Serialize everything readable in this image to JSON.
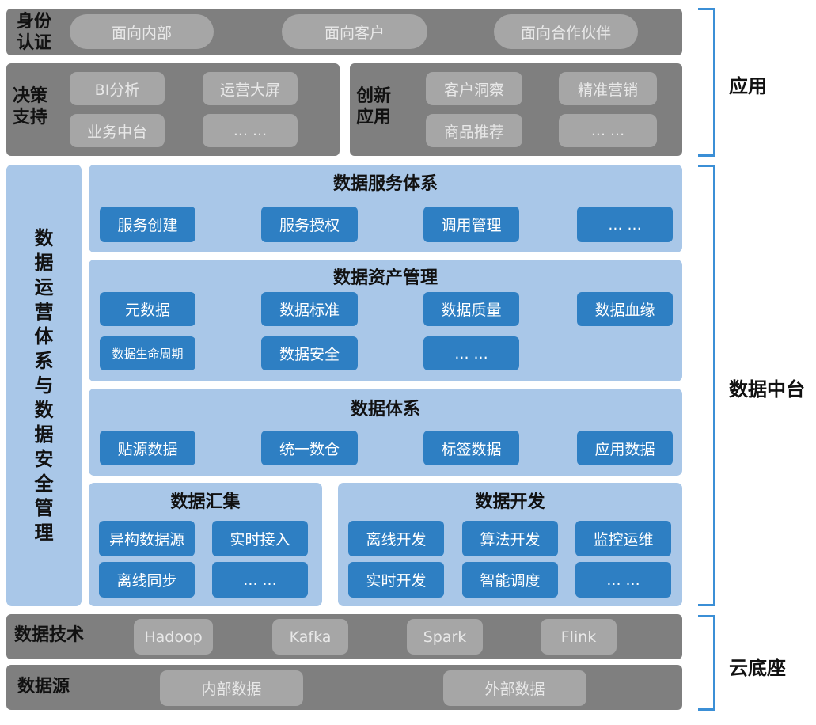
{
  "identity": {
    "label": "身份认证",
    "items": [
      "面向内部",
      "面向客户",
      "面向合作伙伴"
    ]
  },
  "decision": {
    "label": "决策支持",
    "items": [
      "BI分析",
      "运营大屏",
      "业务中台",
      "... ..."
    ]
  },
  "innovation": {
    "label": "创新应用",
    "items": [
      "客户洞察",
      "精准营销",
      "商品推荐",
      "... ..."
    ]
  },
  "ops": {
    "label": "数据运营体系与数据安全管理"
  },
  "service": {
    "title": "数据服务体系",
    "items": [
      "服务创建",
      "服务授权",
      "调用管理",
      "... ..."
    ]
  },
  "asset": {
    "title": "数据资产管理",
    "items": [
      "元数据",
      "数据标准",
      "数据质量",
      "数据血缘",
      "数据生命周期",
      "数据安全",
      "... ..."
    ]
  },
  "system": {
    "title": "数据体系",
    "items": [
      "贴源数据",
      "统一数仓",
      "标签数据",
      "应用数据"
    ]
  },
  "collect": {
    "title": "数据汇集",
    "items": [
      "异构数据源",
      "实时接入",
      "离线同步",
      "... ..."
    ]
  },
  "dev": {
    "title": "数据开发",
    "items": [
      "离线开发",
      "算法开发",
      "监控运维",
      "实时开发",
      "智能调度",
      "... ..."
    ]
  },
  "tech": {
    "label": "数据技术",
    "items": [
      "Hadoop",
      "Kafka",
      "Spark",
      "Flink"
    ]
  },
  "source": {
    "label": "数据源",
    "items": [
      "内部数据",
      "外部数据"
    ]
  },
  "layers": {
    "app": "应用",
    "middle": "数据中台",
    "cloud": "云底座"
  },
  "colors": {
    "gray_panel": "#7f7f7f",
    "gray_pill": "#a6a6a6",
    "blue_panel": "#a9c7e8",
    "blue_button": "#2e7fc3",
    "bracket": "#3b8fd6"
  }
}
